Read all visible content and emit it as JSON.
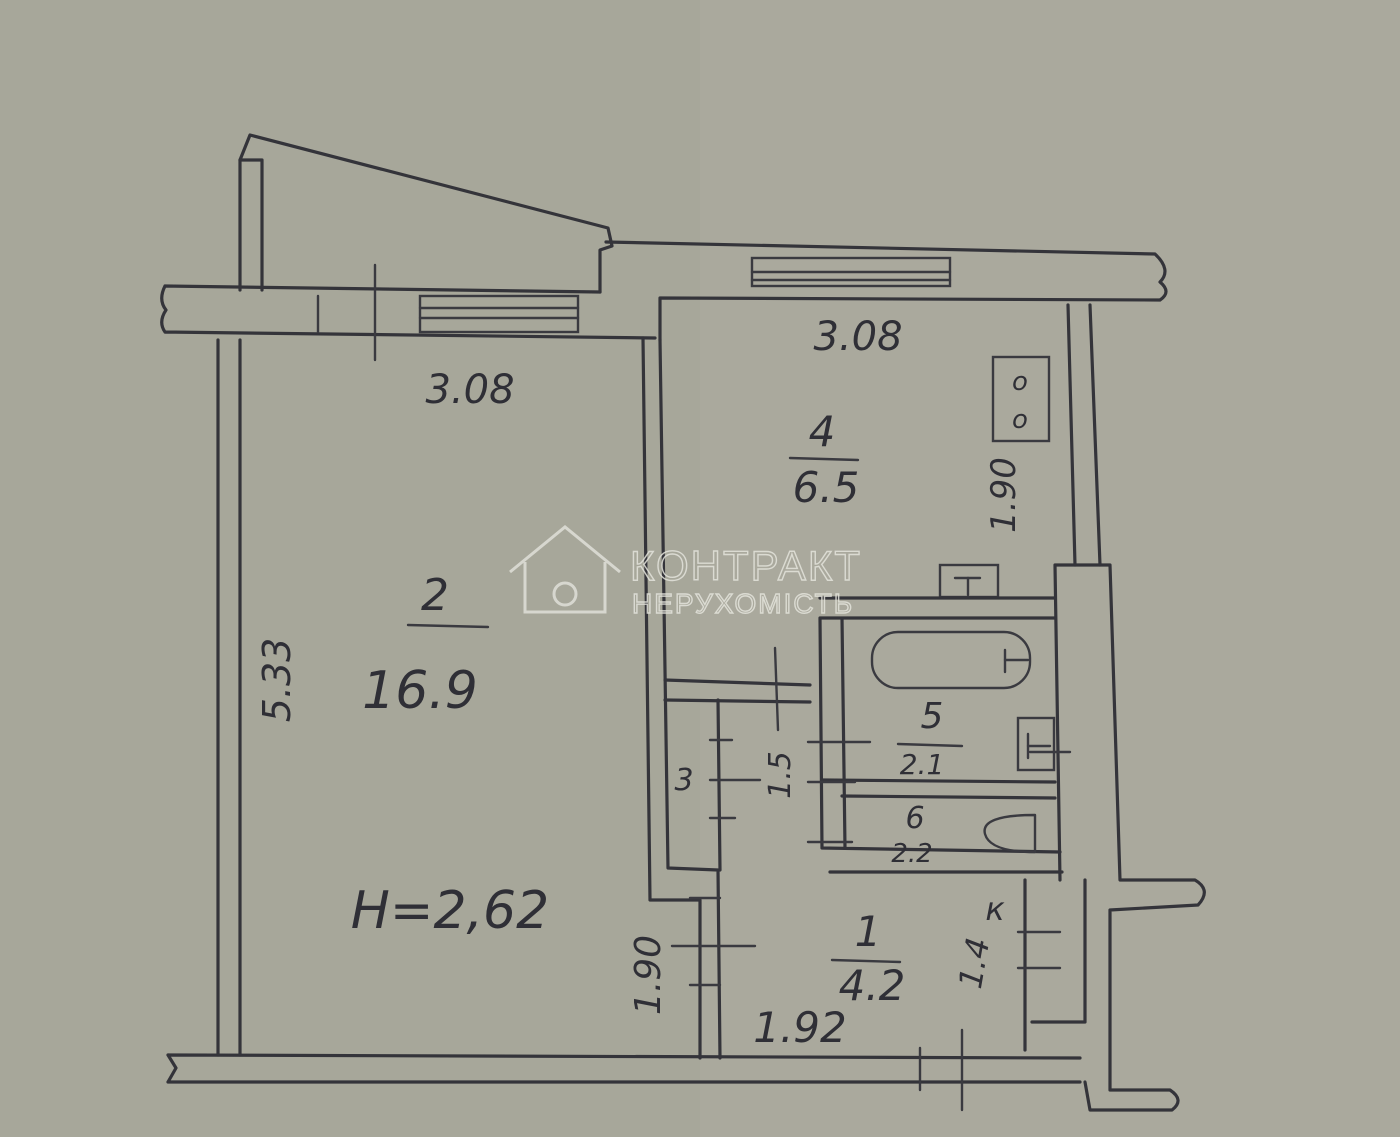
{
  "rooms": [
    {
      "number": "2",
      "area": "16.9"
    },
    {
      "number": "4",
      "area": "6.5"
    },
    {
      "number": "5",
      "area": "2.1"
    },
    {
      "number": "6",
      "area": "2.2"
    },
    {
      "number": "1",
      "area": "4.2"
    }
  ],
  "dimensions": {
    "room2_width": "3.08",
    "room4_width": "3.08",
    "room2_length": "5.33",
    "room4_side": "1.90",
    "corridor_height": "1.90",
    "corridor_width": "1.92",
    "closet_depth": "1.4",
    "small_mark_a": "3",
    "small_mark_b": "1.5",
    "closet_label": "к"
  },
  "ceiling_height": "H=2,62",
  "stove_symbol": "о о",
  "watermark": {
    "line1": "КОНТРАКТ",
    "line2": "НЕРУХОМІСТЬ"
  }
}
